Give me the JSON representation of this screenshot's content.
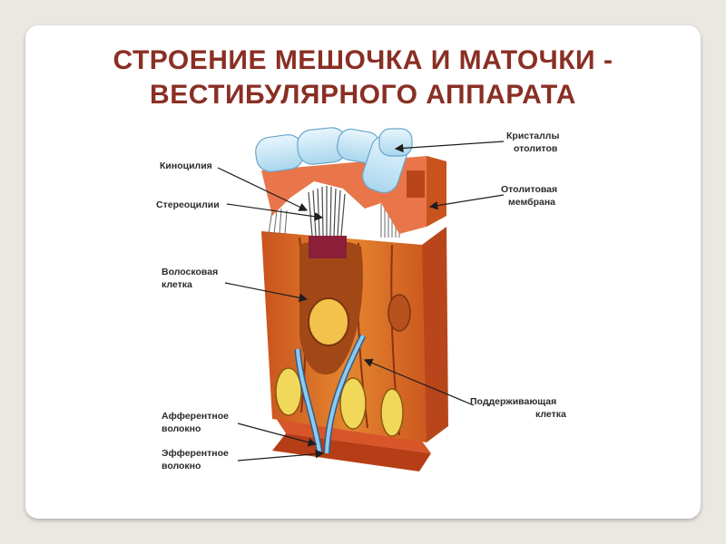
{
  "title": {
    "line1": "СТРОЕНИЕ  МЕШОЧКА И МАТОЧКИ -",
    "line2": "ВЕСТИБУЛЯРНОГО АППАРАТА"
  },
  "labels": {
    "kinocilia": "Киноцилия",
    "stereocilia": "Стереоцилии",
    "hair_cell_1": "Волосковая",
    "hair_cell_2": "клетка",
    "afferent_1": "Афферентное",
    "afferent_2": "волокно",
    "efferent_1": "Эфферентное",
    "efferent_2": "волокно",
    "otolith_crystals_1": "Кристаллы",
    "otolith_crystals_2": "отолитов",
    "otolith_membrane_1": "Отолитовая",
    "otolith_membrane_2": "мембрана",
    "supporting_cell_1": "Поддерживающая",
    "supporting_cell_2": "клетка"
  },
  "colors": {
    "title": "#8a2f24",
    "cell_orange": "#e07a28",
    "cell_dark": "#c9531d",
    "membrane": "#e8764a",
    "crystals": "#bfe4f5",
    "nucleus_yellow": "#f2d85a",
    "nerve_blue": "#5aa7d8",
    "base_red": "#c8461d"
  }
}
